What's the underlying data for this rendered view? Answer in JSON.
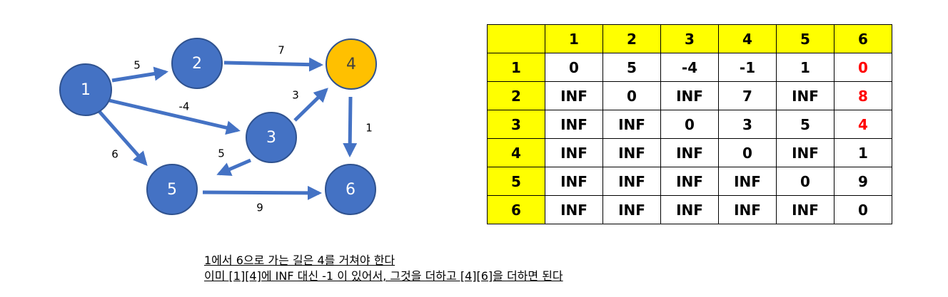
{
  "graph": {
    "nodes": [
      {
        "id": "1",
        "label": "1",
        "color": "#4472c4"
      },
      {
        "id": "2",
        "label": "2",
        "color": "#4472c4"
      },
      {
        "id": "3",
        "label": "3",
        "color": "#4472c4"
      },
      {
        "id": "4",
        "label": "4",
        "color": "#ffc000"
      },
      {
        "id": "5",
        "label": "5",
        "color": "#4472c4"
      },
      {
        "id": "6",
        "label": "6",
        "color": "#4472c4"
      }
    ],
    "edges": [
      {
        "from": "1",
        "to": "2",
        "weight": "5"
      },
      {
        "from": "2",
        "to": "4",
        "weight": "7"
      },
      {
        "from": "1",
        "to": "3",
        "weight": "-4"
      },
      {
        "from": "3",
        "to": "4",
        "weight": "3"
      },
      {
        "from": "4",
        "to": "6",
        "weight": "1"
      },
      {
        "from": "1",
        "to": "5",
        "weight": "6"
      },
      {
        "from": "3",
        "to": "5",
        "weight": "5"
      },
      {
        "from": "5",
        "to": "6",
        "weight": "9"
      }
    ]
  },
  "matrix": {
    "header_color": "#ffff00",
    "highlight_color": "#ff0000",
    "columns": [
      "1",
      "2",
      "3",
      "4",
      "5",
      "6"
    ],
    "rows": [
      {
        "label": "1",
        "cells": [
          "0",
          "5",
          "-4",
          "-1",
          "1",
          "0"
        ]
      },
      {
        "label": "2",
        "cells": [
          "INF",
          "0",
          "INF",
          "7",
          "INF",
          "8"
        ]
      },
      {
        "label": "3",
        "cells": [
          "INF",
          "INF",
          "0",
          "3",
          "5",
          "4"
        ]
      },
      {
        "label": "4",
        "cells": [
          "INF",
          "INF",
          "INF",
          "0",
          "INF",
          "1"
        ]
      },
      {
        "label": "5",
        "cells": [
          "INF",
          "INF",
          "INF",
          "INF",
          "0",
          "9"
        ]
      },
      {
        "label": "6",
        "cells": [
          "INF",
          "INF",
          "INF",
          "INF",
          "INF",
          "0"
        ]
      }
    ],
    "highlighted_cells": [
      [
        0,
        5
      ],
      [
        1,
        5
      ],
      [
        2,
        5
      ]
    ]
  },
  "notes": {
    "line1": "1에서 6으로 가는 길은 4를 거쳐야 한다",
    "line2": "이미 [1][4]에 INF 대신 -1 이 있어서, 그것을 더하고 [4][6]을 더하면 된다"
  }
}
